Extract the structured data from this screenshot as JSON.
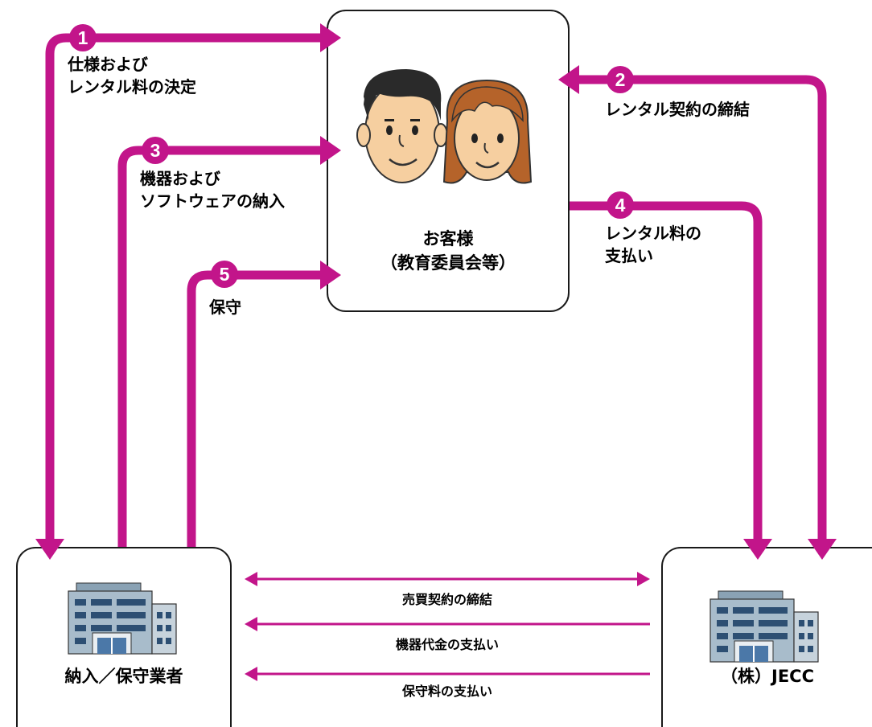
{
  "accent_color": "#c2158a",
  "nodes": {
    "customer": {
      "label_line1": "お客様",
      "label_line2": "（教育委員会等）",
      "icon": "customer-faces-icon"
    },
    "vendor": {
      "label": "納入／保守業者",
      "icon": "office-building-icon"
    },
    "jecc": {
      "label": "（株）JECC",
      "icon": "office-building-icon"
    }
  },
  "steps": [
    {
      "number": "1",
      "line1": "仕様および",
      "line2": "レンタル料の決定"
    },
    {
      "number": "2",
      "line1": "レンタル契約の締結",
      "line2": ""
    },
    {
      "number": "3",
      "line1": "機器および",
      "line2": "ソフトウェアの納入"
    },
    {
      "number": "4",
      "line1": "レンタル料の",
      "line2": "支払い"
    },
    {
      "number": "5",
      "line1": "保守",
      "line2": ""
    }
  ],
  "flows": [
    {
      "label": "売買契約の締結",
      "direction": "both"
    },
    {
      "label": "機器代金の支払い",
      "direction": "to-vendor"
    },
    {
      "label": "保守料の支払い",
      "direction": "to-vendor"
    }
  ]
}
